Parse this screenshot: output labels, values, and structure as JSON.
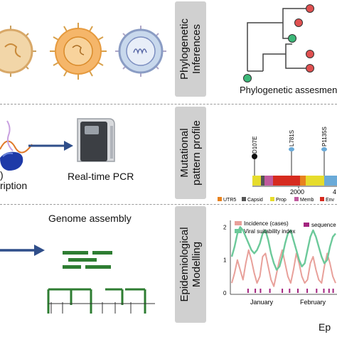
{
  "rows": [
    {
      "side_label_line1": "Phylogenetic",
      "side_label_line2": "Inferences",
      "caption": "Phylogenetic assesmen"
    },
    {
      "side_label_line1": "Mutational",
      "side_label_line2": "pattern profile",
      "left_caption_1": ")",
      "left_caption_2": "ription",
      "device_caption": "Real-time PCR"
    },
    {
      "side_label_line1": "Epidemiological",
      "side_label_line2": "Modelling",
      "title": "Genome assembly",
      "bottom_label": "Ep"
    }
  ],
  "mutation_plot": {
    "markers": [
      "D107E",
      "L781S",
      "P1135S"
    ],
    "axis_ticks": [
      "2000",
      "4"
    ],
    "legend": [
      {
        "label": "UTR5",
        "color": "#e8821e"
      },
      {
        "label": "Capsid",
        "color": "#555555"
      },
      {
        "label": "Prop",
        "color": "#e6dc2c"
      },
      {
        "label": "Memb",
        "color": "#c05a9e"
      },
      {
        "label": "Env",
        "color": "#d62b1f"
      }
    ]
  },
  "chart_data": {
    "type": "line",
    "title": "",
    "xlabel": "",
    "ylabel": "",
    "ylim": [
      0,
      2.2
    ],
    "x_tick_labels": [
      "January",
      "February"
    ],
    "y_tick_labels": [
      "0",
      "1",
      "2"
    ],
    "legend_placement": "top",
    "series": [
      {
        "name": "Incidence (cases)",
        "color": "#e8a09a",
        "values": [
          0.3,
          0.6,
          1.0,
          0.7,
          0.4,
          0.9,
          1.3,
          1.0,
          0.6,
          0.3,
          0.5,
          1.1,
          1.2,
          0.8,
          0.4,
          0.2,
          0.6,
          1.0,
          1.3,
          0.9,
          0.5,
          0.3,
          0.7,
          1.2,
          0.9,
          0.5,
          0.3,
          0.4,
          0.9,
          1.1,
          0.7,
          0.4,
          0.3,
          0.8,
          1.2,
          0.9,
          0.5,
          0.3
        ]
      },
      {
        "name": "Viral suitability index",
        "color": "#6cc99a",
        "values": [
          1.1,
          1.4,
          1.8,
          2.0,
          1.9,
          1.7,
          1.5,
          1.3,
          1.2,
          1.3,
          1.5,
          1.8,
          1.9,
          1.6,
          1.2,
          0.9,
          0.7,
          0.8,
          1.1,
          1.5,
          1.8,
          1.9,
          1.6,
          1.3,
          1.0,
          0.8,
          0.9,
          1.3,
          1.7,
          1.9,
          1.7,
          1.4,
          1.1,
          0.9,
          1.0,
          1.4,
          1.7,
          1.8
        ]
      },
      {
        "name": "sequence",
        "color": "#a3247f"
      }
    ],
    "sequence_marks": [
      0.15,
      0.22,
      0.27,
      0.36,
      0.48,
      0.55,
      0.63,
      0.72,
      0.81,
      0.88,
      0.93,
      0.97
    ]
  }
}
